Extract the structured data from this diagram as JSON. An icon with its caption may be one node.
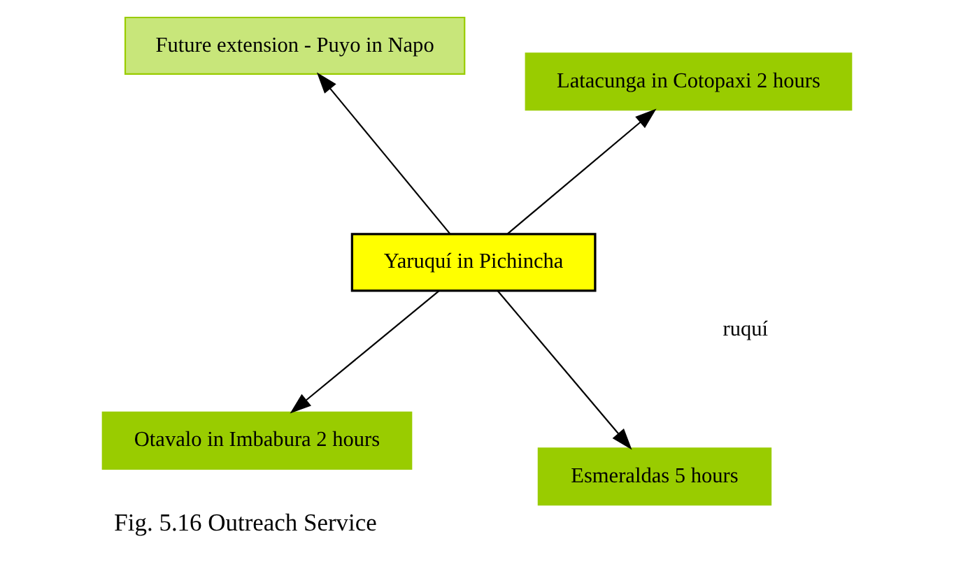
{
  "diagram": {
    "caption": "Fig. 5.16 Outreach Service",
    "nodes": [
      {
        "text": [
          "Otavalo in Imbabura 2 hours"
        ]
      },
      {
        "text": [
          "Esmeraldas 5 hours"
        ]
      },
      {
        "text": [
          "Yaruquí in Pichincha"
        ]
      },
      {
        "text": [
          "Future extension - Puyo in Napo"
        ]
      },
      {
        "text": [
          "Latacunga in Cotopaxi 2 hours"
        ]
      }
    ],
    "edges": [
      {
        "from": 2,
        "to": 1,
        "arrow": "to"
      },
      {
        "from": 2,
        "to": 0,
        "arrow": "to"
      },
      {
        "from": 2,
        "to": 3,
        "arrow": "to"
      },
      {
        "from": 2,
        "to": 4,
        "arrow": "to"
      }
    ],
    "labels": [
      "ruquí"
    ]
  }
}
